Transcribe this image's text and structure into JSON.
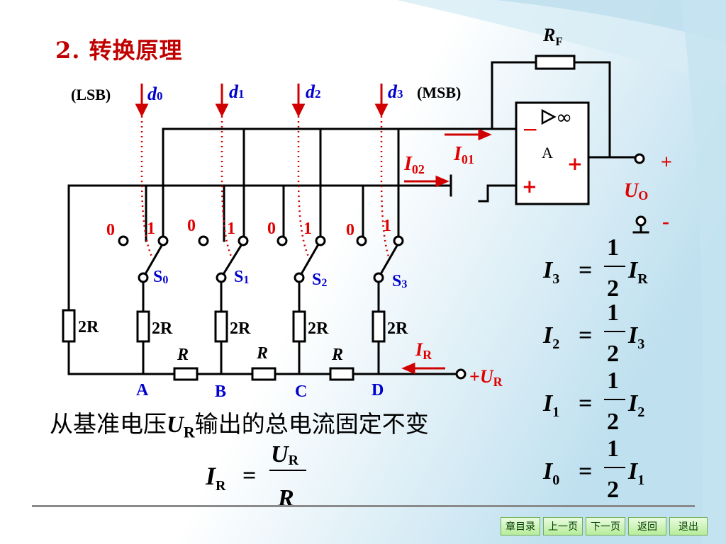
{
  "slide": {
    "title": "2. 转换原理",
    "summary_prefix": "从基准电压",
    "summary_var": "U",
    "summary_sub": "R",
    "summary_suffix": "输出的总电流固定不变"
  },
  "circuit": {
    "lsb_label": "(LSB)",
    "msb_label": "(MSB)",
    "inputs": [
      {
        "var": "d",
        "sub": "0"
      },
      {
        "var": "d",
        "sub": "1"
      },
      {
        "var": "d",
        "sub": "2"
      },
      {
        "var": "d",
        "sub": "3"
      }
    ],
    "switches": [
      {
        "name": "S",
        "sub": "0",
        "zero": "0",
        "one": "1"
      },
      {
        "name": "S",
        "sub": "1",
        "zero": "0",
        "one": "1"
      },
      {
        "name": "S",
        "sub": "2",
        "zero": "0",
        "one": "1"
      },
      {
        "name": "S",
        "sub": "3",
        "zero": "0",
        "one": "1"
      }
    ],
    "resistor_2r": "2R",
    "resistor_r": "R",
    "nodes": [
      "A",
      "B",
      "C",
      "D"
    ],
    "feedback": {
      "var": "R",
      "sub": "F"
    },
    "opamp": {
      "label": "A",
      "symbol": "▷∞",
      "minus": "−",
      "plus_in": "+",
      "plus_ref": "+"
    },
    "currents": {
      "i01": {
        "var": "I",
        "sub": "01"
      },
      "i02": {
        "var": "I",
        "sub": "02"
      },
      "ir": {
        "var": "I",
        "sub": "R"
      }
    },
    "output": {
      "var": "U",
      "sub": "O",
      "plus": "+",
      "minus": "-"
    },
    "ref_source": {
      "plus": "+",
      "var": "U",
      "sub": "R"
    }
  },
  "equations": {
    "ir_eq": {
      "lhs": "I",
      "lhs_sub": "R",
      "eq": "=",
      "num": "U",
      "num_sub": "R",
      "den": "R"
    },
    "halving": [
      {
        "lhs": "I",
        "lhs_sub": "3",
        "eq": "=",
        "num": "1",
        "den": "2",
        "rhs": "I",
        "rhs_sub": "R"
      },
      {
        "lhs": "I",
        "lhs_sub": "2",
        "eq": "=",
        "num": "1",
        "den": "2",
        "rhs": "I",
        "rhs_sub": "3"
      },
      {
        "lhs": "I",
        "lhs_sub": "1",
        "eq": "=",
        "num": "1",
        "den": "2",
        "rhs": "I",
        "rhs_sub": "2"
      },
      {
        "lhs": "I",
        "lhs_sub": "0",
        "eq": "=",
        "num": "1",
        "den": "2",
        "rhs": "I",
        "rhs_sub": "1"
      }
    ]
  },
  "nav": [
    "章目录",
    "上一页",
    "下一页",
    "返回",
    "退出"
  ],
  "colors": {
    "title": "#c00000",
    "blue": "#0000cc",
    "red": "#e00000",
    "bg_accent": "#cfe7f3"
  }
}
